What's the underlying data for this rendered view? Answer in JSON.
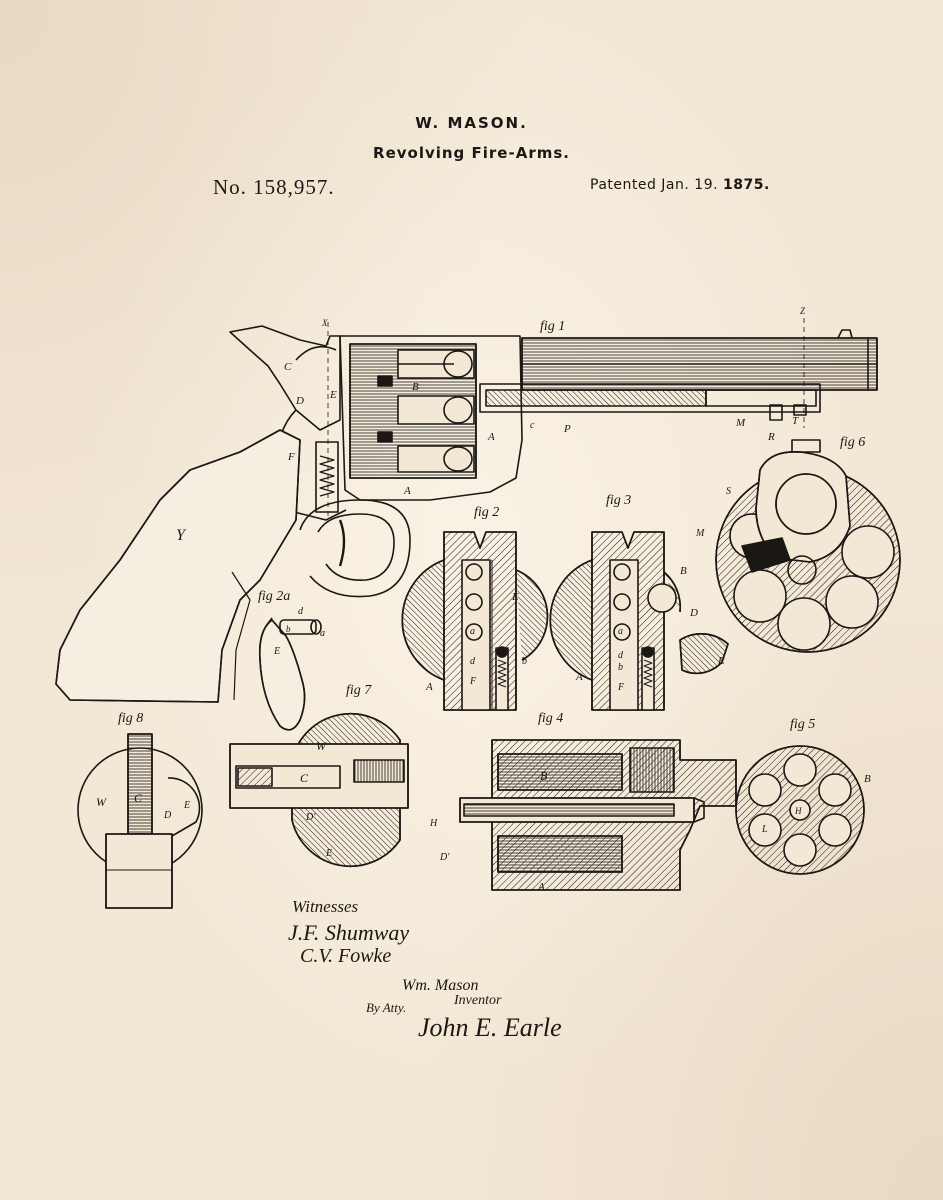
{
  "header": {
    "inventor": "W. MASON.",
    "title": "Revolving Fire-Arms.",
    "patent_number": "No. 158,957.",
    "patented_label": "Patented Jan. 19.",
    "patented_year": "1875."
  },
  "figures": {
    "fig1": "fig 1",
    "fig2": "fig 2",
    "fig2a": "fig 2a",
    "fig3": "fig 3",
    "fig4": "fig 4",
    "fig5": "fig 5",
    "fig6": "fig 6",
    "fig7": "fig 7",
    "fig8": "fig 8"
  },
  "letters": {
    "A": "A",
    "B": "B",
    "C": "C",
    "D": "D",
    "E": "E",
    "F": "F",
    "H": "H",
    "L": "L",
    "M": "M",
    "P": "P",
    "R": "R",
    "S": "S",
    "T": "T",
    "W": "W",
    "Y": "Y",
    "X": "X",
    "Z": "Z",
    "a": "a",
    "b": "b",
    "c": "c",
    "d": "d",
    "e": "e",
    "D_prime": "D'"
  },
  "signatures": {
    "witnesses_label": "Witnesses",
    "witness1": "J.F. Shumway",
    "witness2": "C.V. Fowke",
    "inventor_name": "Wm. Mason",
    "inventor_label": "Inventor",
    "by_atty": "By Atty.",
    "attorney": "John E. Earle"
  }
}
